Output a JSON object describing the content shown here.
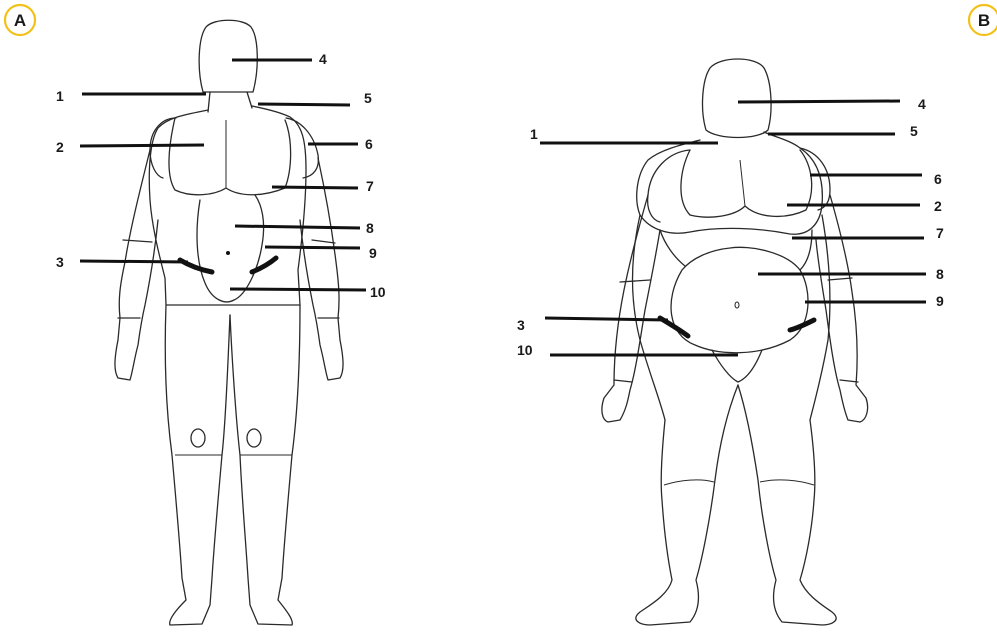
{
  "panels": [
    {
      "badge": "A",
      "labels": [
        "1",
        "2",
        "3",
        "4",
        "5",
        "6",
        "7",
        "8",
        "9",
        "10"
      ]
    },
    {
      "badge": "B",
      "labels": [
        "1",
        "2",
        "3",
        "4",
        "5",
        "6",
        "7",
        "8",
        "9",
        "10"
      ]
    }
  ],
  "colors": {
    "badge_border": "#f2c21b",
    "line": "#111111"
  }
}
